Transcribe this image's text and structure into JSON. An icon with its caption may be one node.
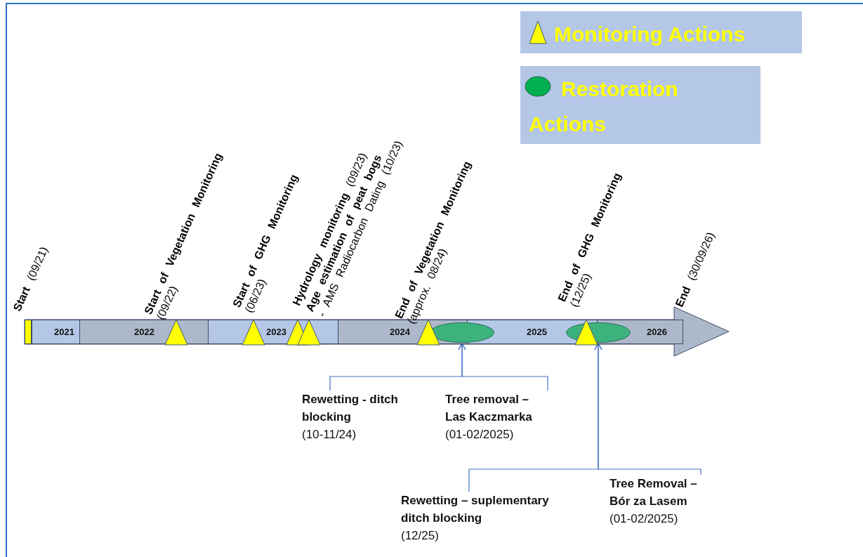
{
  "diagram": {
    "nodes": [
      {
        "text": [],
        "shape": "arrow"
      },
      {
        "text": [
          "2021"
        ],
        "in": 0
      },
      {
        "text": [
          "2022"
        ],
        "in": 0
      },
      {
        "text": [
          "2023"
        ],
        "in": 0
      },
      {
        "text": [
          "2024"
        ],
        "in": 0
      },
      {
        "text": [
          "2025"
        ],
        "in": 0
      },
      {
        "text": [
          "2026"
        ],
        "in": 0
      },
      {
        "text": [],
        "shape": "ellipse",
        "in": 0
      },
      {
        "text": [],
        "shape": "ellipse",
        "in": 0
      },
      {
        "text": [
          "Rewetting - ditch blocking",
          "(10-11/24)"
        ]
      },
      {
        "text": [
          "Tree removal – Las Kaczmarka",
          "(01-02/2025)"
        ]
      },
      {
        "text": [
          "Rewetting – suplementary ditch blocking",
          "(12/25)"
        ]
      },
      {
        "text": [
          "Tree Removal – Bór za Lasem",
          "(01-02/2025)"
        ]
      }
    ],
    "edges": [
      {
        "from": 9,
        "to": 7,
        "arrow": "to"
      },
      {
        "from": 10,
        "to": 7,
        "arrow": "to"
      },
      {
        "from": 11,
        "to": 8,
        "arrow": "to"
      },
      {
        "from": 12,
        "to": 8,
        "arrow": "to"
      }
    ],
    "labels": [
      "**Start** (09/21)",
      "**Start of Vegetation Monitoring** (09/22)",
      "**Start of GHG Monitoring** (06/23)",
      "**Hydrology monitoring** (09/23)",
      "**Age estimation of peat bogs** - AMS Radiocarbon Dating (10/23)",
      "**End of Vegetation Monitoring** (approx. 08/24)",
      "**End of GHG Monitoring** (12/25)",
      "**End** (30/09/26)"
    ],
    "legend": [
      {
        "text": "Monitoring Actions"
      },
      {
        "text": "Restoration Actions"
      }
    ]
  }
}
